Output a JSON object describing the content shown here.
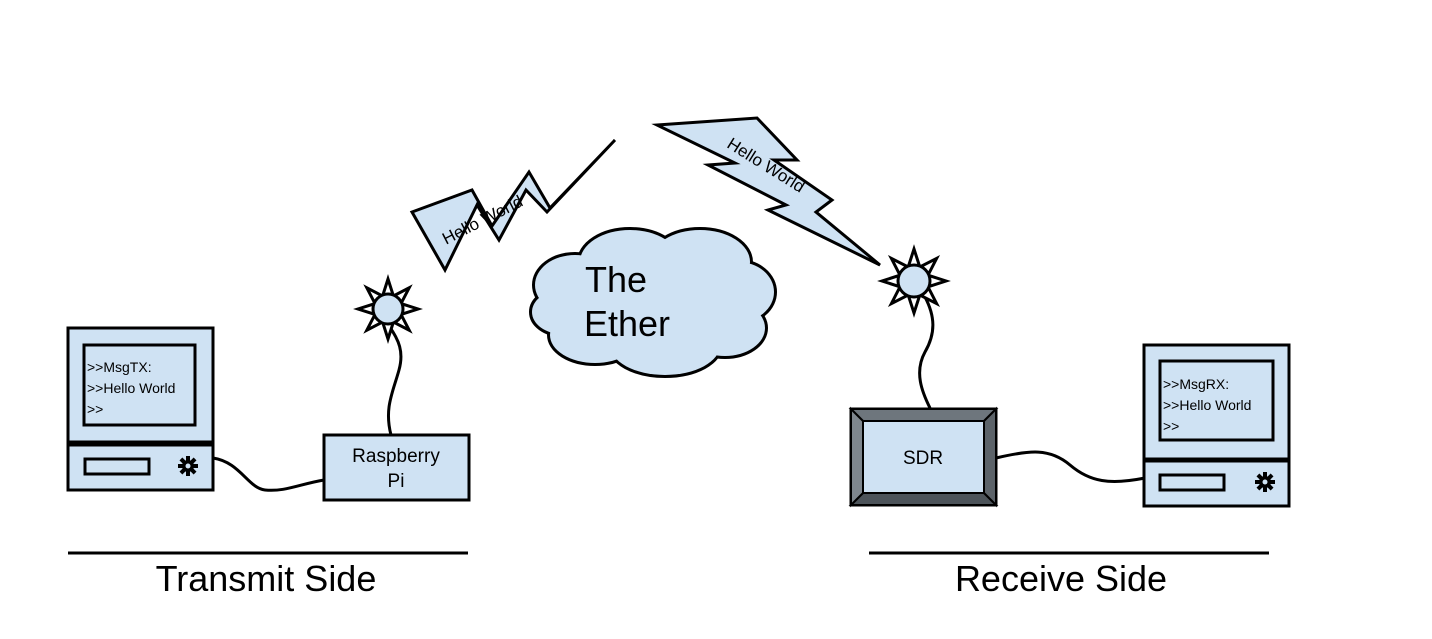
{
  "colors": {
    "fill": "#cfe2f3",
    "stroke": "#000000",
    "sdr_bevel": "#555555",
    "background": "#ffffff"
  },
  "transmit": {
    "computer_screen_lines": [
      ">>MsgTX:",
      ">>Hello World",
      ">>"
    ],
    "device_label_line1": "Raspberry",
    "device_label_line2": "Pi",
    "side_label": "Transmit Side"
  },
  "receive": {
    "computer_screen_lines": [
      ">>MsgRX:",
      ">>Hello World",
      ">>"
    ],
    "device_label": "SDR",
    "side_label": "Receive Side"
  },
  "ether": {
    "line1": "The",
    "line2": "Ether"
  },
  "signals": {
    "tx_bolt_text": "Hello World",
    "rx_bolt_text": "Hello World"
  },
  "icons": [
    "computer-icon",
    "antenna-icon",
    "cloud-icon",
    "lightning-bolt-icon",
    "gear-icon"
  ]
}
